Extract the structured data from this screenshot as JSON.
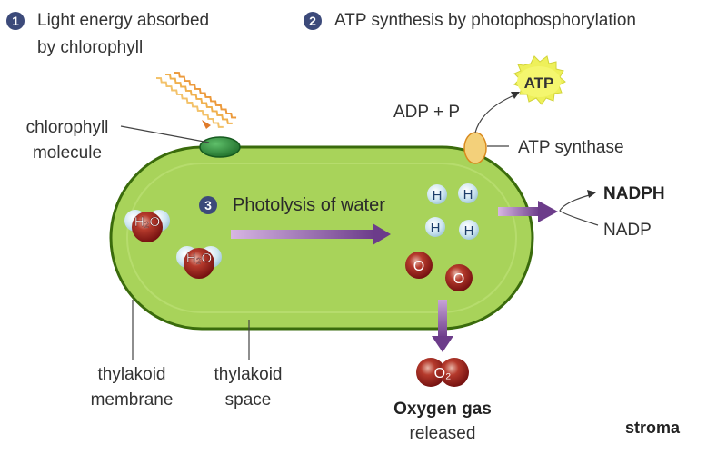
{
  "steps": {
    "one": {
      "number": "1",
      "line1": "Light energy absorbed",
      "line2": "by chlorophyll"
    },
    "two": {
      "number": "2",
      "text": "ATP synthesis by photophosphorylation"
    },
    "three": {
      "number": "3",
      "text": "Photolysis of water"
    }
  },
  "labels": {
    "chlorophyll_line1": "chlorophyll",
    "chlorophyll_line2": "molecule",
    "adp_p": "ADP + P",
    "atp": "ATP",
    "atp_synthase": "ATP synthase",
    "nadph": "NADPH",
    "nadp": "NADP",
    "thylakoid_membrane_line1": "thylakoid",
    "thylakoid_membrane_line2": "membrane",
    "thylakoid_space_line1": "thylakoid",
    "thylakoid_space_line2": "space",
    "oxygen_line1": "Oxygen gas",
    "oxygen_line2": "released",
    "stroma": "stroma"
  },
  "molecules": {
    "water": "H₂O",
    "hydrogen": "H",
    "oxygen_atom": "O",
    "oxygen_gas": "O₂"
  },
  "colors": {
    "thylakoid_fill": "#a8d35a",
    "thylakoid_border": "#3a6b0c",
    "chlorophyll": "#2f8a3a",
    "atp_burst": "#eef05a",
    "arrow_purple": "#7d4b9a",
    "badge": "#3c4a7a",
    "oxygen_red": "#8e1616",
    "hydrogen_blue": "#c9e4ef"
  }
}
